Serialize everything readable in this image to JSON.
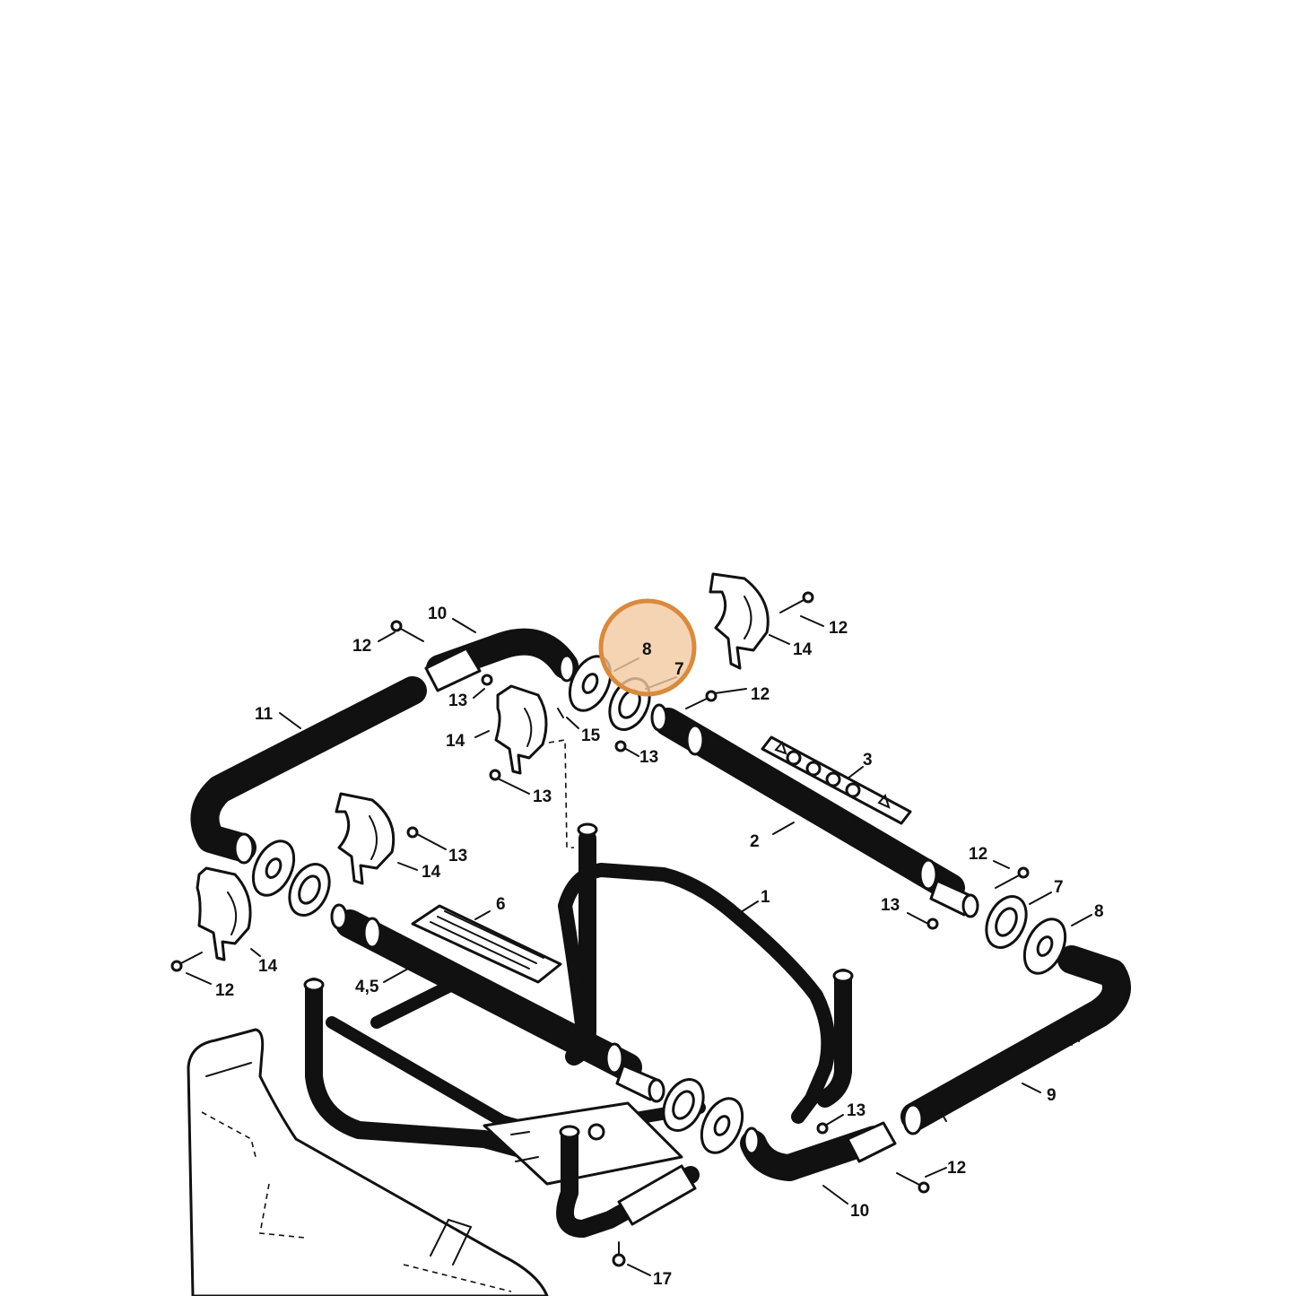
{
  "highlight_color": "#d98a3d",
  "highlight_fill": "#f2c9a0",
  "labels": {
    "p1": "1",
    "p2": "2",
    "p3": "3",
    "p45": "4,5",
    "p6": "6",
    "p7a": "7",
    "p7b": "7",
    "p8a": "8",
    "p8b": "8",
    "p9": "9",
    "p10a": "10",
    "p10b": "10",
    "p11": "11",
    "p12a": "12",
    "p12b": "12",
    "p12c": "12",
    "p12d": "12",
    "p12e": "12",
    "p12f": "12",
    "p13a": "13",
    "p13b": "13",
    "p13c": "13",
    "p13d": "13",
    "p13e": "13",
    "p13f": "13",
    "p14a": "14",
    "p14b": "14",
    "p14c": "14",
    "p14d": "14",
    "p15": "15",
    "p17": "17"
  }
}
